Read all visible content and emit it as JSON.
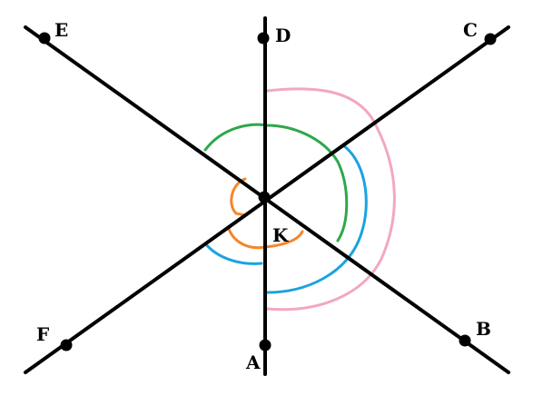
{
  "points": {
    "A": "A",
    "B": "B",
    "C": "C",
    "D": "D",
    "E": "E",
    "F": "F",
    "K": "K"
  },
  "colors": {
    "line": "#000000",
    "arc_orange": "#f5862a",
    "arc_green": "#2ea84a",
    "arc_blue": "#1aa3e0",
    "arc_pink": "#f2a7c3"
  }
}
